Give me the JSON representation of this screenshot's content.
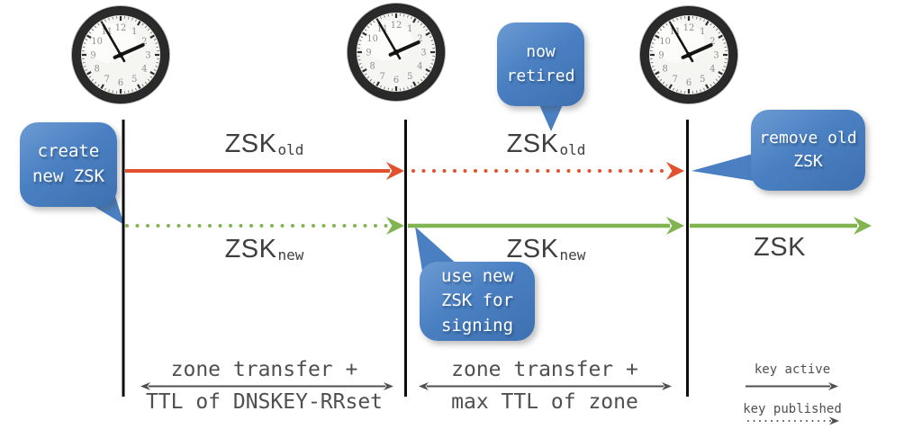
{
  "colors": {
    "bubble_blue": "#4a80c2",
    "bubble_blue_light": "#6c9bd3",
    "bubble_blue_dark": "#3d70b0",
    "arrow_red": "#e2512e",
    "arrow_green": "#80b551",
    "timeline_black": "#0d0d0d",
    "annotation_gray": "#4f4f4f",
    "label_gray": "#3f3f3f",
    "clock_ring": "#2a2a2a",
    "clock_face": "#f5f5f2"
  },
  "clock": {
    "numerals": [
      "12",
      "1",
      "2",
      "3",
      "4",
      "5",
      "6",
      "7",
      "8",
      "9",
      "10",
      "11"
    ]
  },
  "bubbles": {
    "create_new_zsk": "create\nnew ZSK",
    "now_retired": "now\nretired",
    "use_new_zsk": "use new\nZSK for\nsigning",
    "remove_old_zsk": "remove old\nZSK"
  },
  "key_labels": {
    "zsk": "ZSK",
    "sub_old": "old",
    "sub_new": "new"
  },
  "spans": {
    "span1": {
      "line1": "zone transfer +",
      "line2": "TTL of DNSKEY-RRset"
    },
    "span2": {
      "line1": "zone transfer +",
      "line2": "max TTL of zone"
    }
  },
  "legend": {
    "active": "key active",
    "published": "key published"
  }
}
